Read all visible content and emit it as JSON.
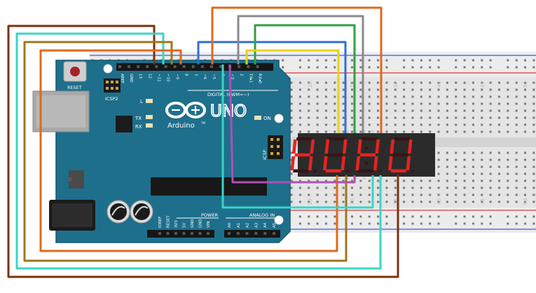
{
  "board": {
    "logo_text": "Arduino",
    "logo_tm": "TM",
    "model": "UNO",
    "reset_label": "RESET",
    "icsp2_label": "ICSP2",
    "icsp_label": "ICSP",
    "led_l": "L",
    "led_tx": "TX",
    "led_rx": "RX",
    "on_label": "ON",
    "digital_label": "DIGITAL (PWM=~)",
    "power_label": "POWER",
    "analog_label": "ANALOG IN",
    "digital_pins": [
      "AREF",
      "GND",
      "13",
      "12",
      "~11",
      "~10",
      "~9",
      "8",
      "7",
      "~6",
      "~5",
      "4",
      "~3",
      "2",
      "TX▸1",
      "RX◂0"
    ],
    "power_pins": [
      "IOREF",
      "RESET",
      "3V3",
      "5V",
      "GND",
      "GND",
      "VIN"
    ],
    "analog_pins": [
      "A0",
      "A1",
      "A2",
      "A3",
      "A4",
      "A5"
    ]
  },
  "display": {
    "digits": [
      "H",
      "U",
      "H",
      "U"
    ]
  },
  "breadboard": {
    "column_numbers": [
      "25",
      "30",
      "35",
      "40",
      "45",
      "50"
    ]
  },
  "colors": {
    "board": "#1e6f8c",
    "board_dark": "#155a73",
    "breadboard": "#e6e6e6",
    "rail_red": "#d83b3b",
    "rail_blue": "#3b5bd8",
    "segment_on": "#e8231f",
    "segment_off": "#3a1414",
    "display_body": "#2b2b2b",
    "wire_orange": "#e06a1a",
    "wire_gray": "#8a8a8a",
    "wire_green": "#2ea043",
    "wire_blue": "#2f6fd6",
    "wire_yellow": "#e6d21a",
    "wire_cyan": "#38d6c8",
    "wire_brown": "#7a3210",
    "wire_gold": "#a0761c",
    "wire_purple": "#b04fb5"
  }
}
